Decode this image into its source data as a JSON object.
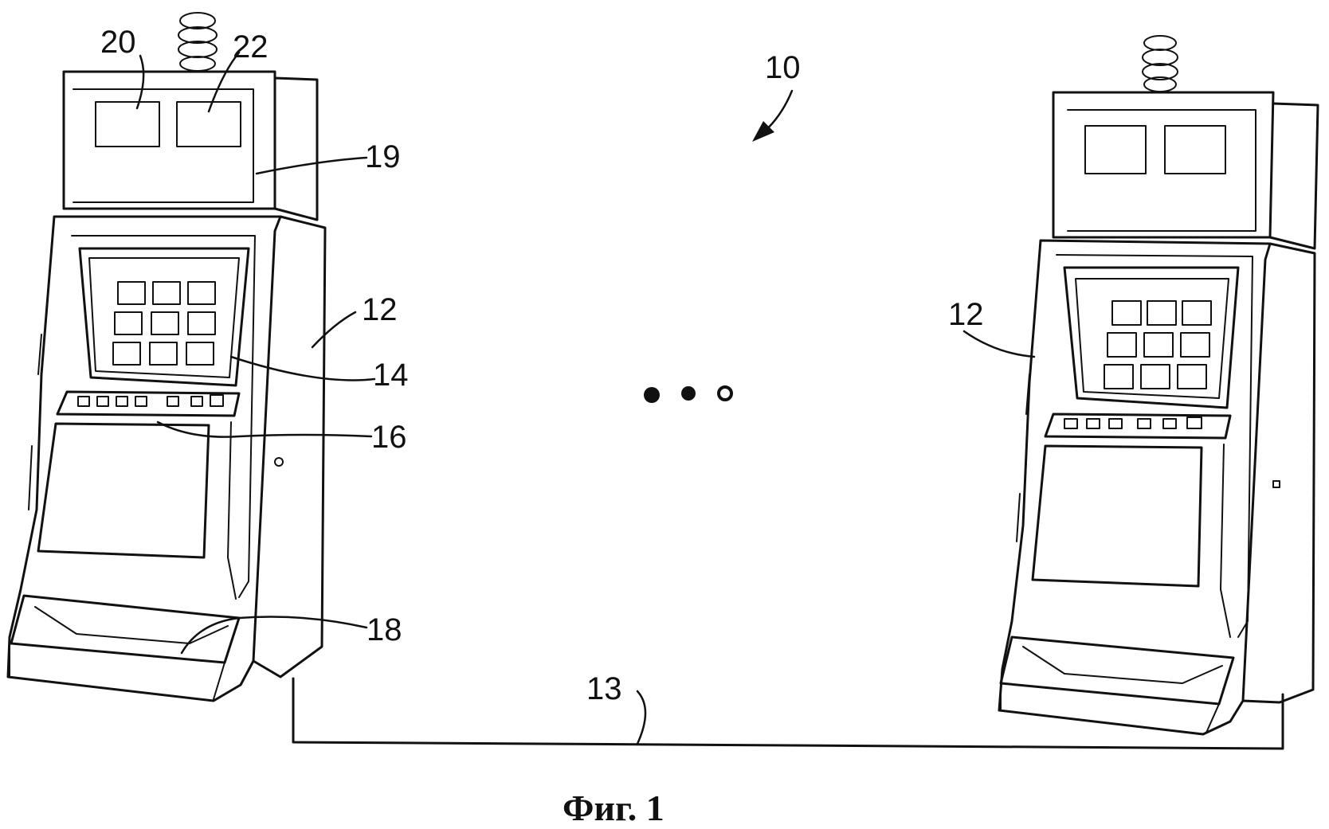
{
  "figure": {
    "caption": "Фиг. 1",
    "labels": {
      "system": "10",
      "machine_left": "12",
      "machine_right": "12",
      "network": "13",
      "display": "14",
      "buttons": "16",
      "tray": "18",
      "top_box": "19",
      "display_20": "20",
      "display_22": "22"
    }
  }
}
